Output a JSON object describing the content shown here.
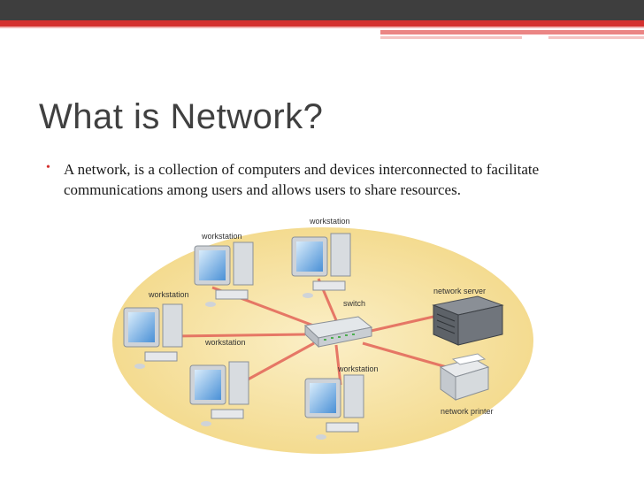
{
  "slide": {
    "title": "What is Network?",
    "bullets": [
      "A network, is a collection of computers and devices interconnected to facilitate communications among users and allows users to share resources."
    ]
  },
  "diagram": {
    "labels": {
      "workstation_top_left": "workstation",
      "workstation_top_center": "workstation",
      "workstation_mid_left": "workstation",
      "workstation_lower_left": "workstation",
      "workstation_bottom_center": "workstation",
      "switch": "switch",
      "network_server": "network server",
      "network_printer": "network printer"
    }
  },
  "theme": {
    "accent": "#d4312f",
    "dark_bar": "#3e3e3e",
    "ellipse_fill": "#f6df9b",
    "cable": "#e46b5d"
  }
}
